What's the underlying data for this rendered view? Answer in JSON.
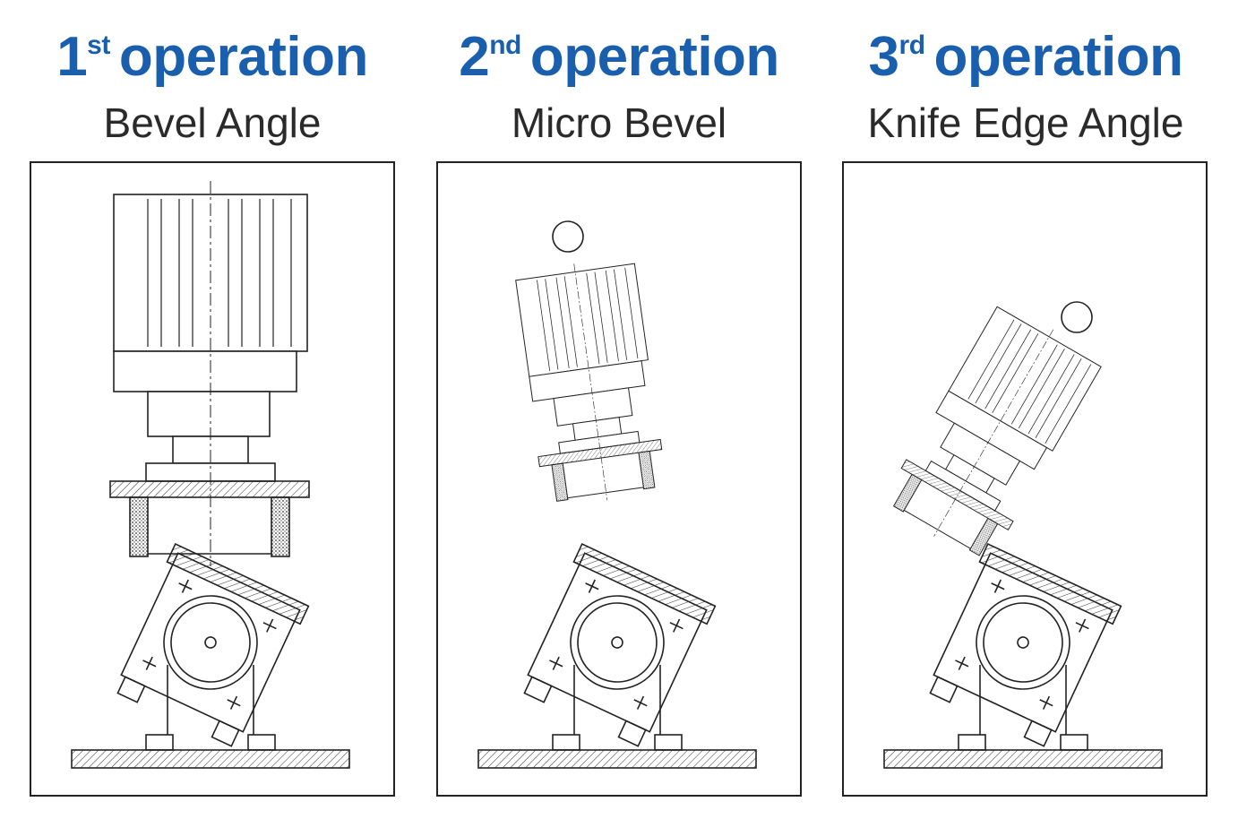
{
  "operations": [
    {
      "number": "1",
      "suffix": "st",
      "word": "operation",
      "subtitle": "Bevel Angle"
    },
    {
      "number": "2",
      "suffix": "nd",
      "word": "operation",
      "subtitle": "Micro Bevel"
    },
    {
      "number": "3",
      "suffix": "rd",
      "word": "operation",
      "subtitle": "Knife Edge Angle"
    }
  ],
  "colors": {
    "accent": "#1a5fae",
    "text": "#2a2a2a"
  }
}
